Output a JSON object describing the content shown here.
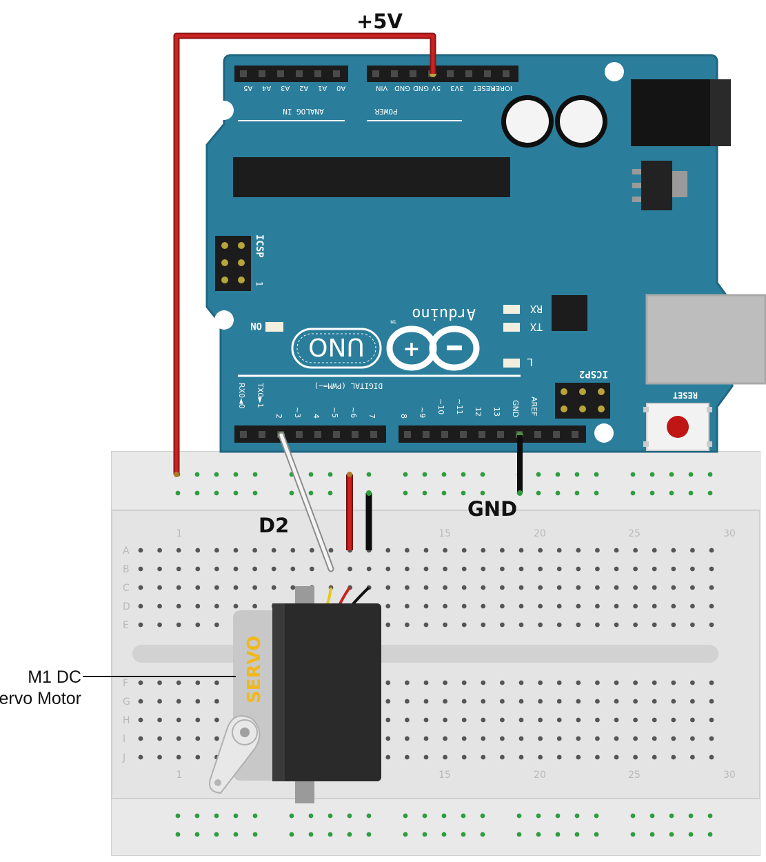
{
  "labels": {
    "plus5v": "+5V",
    "d2": "D2",
    "gnd": "GND",
    "motor_line1": "M1 DC",
    "motor_line2": "Servo Motor"
  },
  "board": {
    "analog_pins": [
      "A5",
      "A4",
      "A3",
      "A2",
      "A1",
      "A0"
    ],
    "analog_title": "ANALOG IN",
    "power_pins": [
      "VIN",
      "GND",
      "GND",
      "5V",
      "3V3",
      "RESET",
      "IOREF"
    ],
    "power_title": "POWER",
    "icsp": "ICSP",
    "icsp_num": "1",
    "icsp2": "ICSP2",
    "brand": "Arduino",
    "tm": "TM",
    "uno": "UNO",
    "on": "ON",
    "rx": "RX",
    "tx": "TX",
    "l": "L",
    "reset": "RESET",
    "digital_title": "DIGITAL (PWM=~)",
    "digital_left": [
      "RX0◄0",
      "TX0►1",
      "2",
      "~3",
      "4",
      "~5",
      "~6",
      "7"
    ],
    "digital_right": [
      "8",
      "~9",
      "~10",
      "~11",
      "12",
      "13",
      "GND",
      "AREF"
    ]
  },
  "breadboard": {
    "row_letters": [
      "A",
      "B",
      "C",
      "D",
      "E",
      "F",
      "G",
      "H",
      "I",
      "J"
    ],
    "col_numbers": [
      "1",
      "15",
      "20",
      "25",
      "30"
    ]
  },
  "servo": {
    "label": "SERVO"
  },
  "colors": {
    "board": "#2b7e9b",
    "board_edge": "#1f6680",
    "breadboard": "#e6e6e6",
    "hole": "#2e9d3e",
    "wire_5v": "#c62020",
    "wire_gnd": "#1a1a1a",
    "wire_signal": "#e8e8e8",
    "servo_body": "#2a2a2a",
    "servo_text": "#f0b81c"
  }
}
